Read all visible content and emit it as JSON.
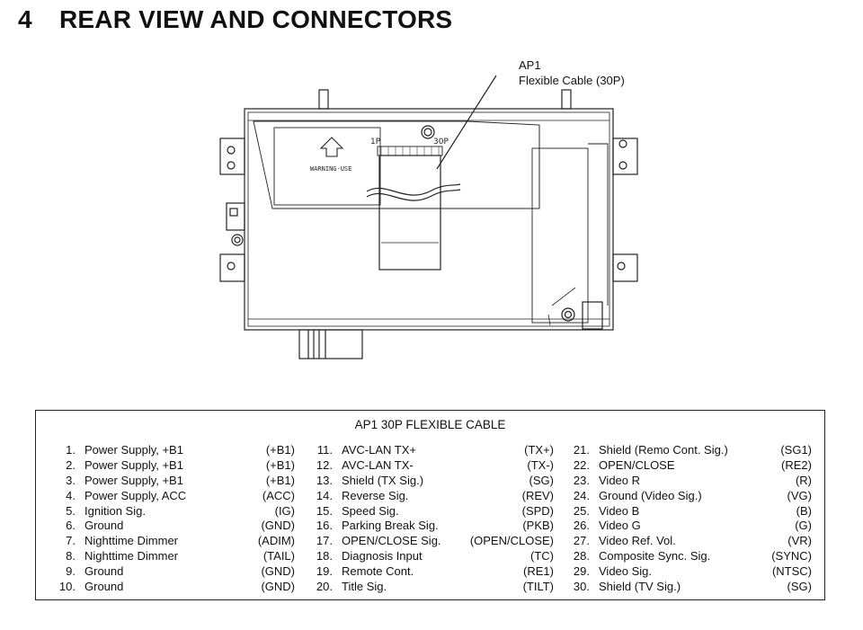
{
  "heading": {
    "number": "4",
    "title": "REAR VIEW AND CONNECTORS"
  },
  "callout": {
    "label": "AP1",
    "description": "Flexible Cable (30P)"
  },
  "drawing": {
    "marks": [
      "1P",
      "30P"
    ],
    "sticker": "WARNING-USE"
  },
  "table": {
    "title": "AP1 30P FLEXIBLE CABLE",
    "columns": [
      [
        {
          "num": "1.",
          "desc": "Power Supply, +B1",
          "code": "(+B1)"
        },
        {
          "num": "2.",
          "desc": "Power Supply, +B1",
          "code": "(+B1)"
        },
        {
          "num": "3.",
          "desc": "Power Supply, +B1",
          "code": "(+B1)"
        },
        {
          "num": "4.",
          "desc": "Power Supply, ACC",
          "code": "(ACC)"
        },
        {
          "num": "5.",
          "desc": "Ignition Sig.",
          "code": "(IG)"
        },
        {
          "num": "6.",
          "desc": "Ground",
          "code": "(GND)"
        },
        {
          "num": "7.",
          "desc": "Nighttime Dimmer",
          "code": "(ADIM)"
        },
        {
          "num": "8.",
          "desc": "Nighttime Dimmer",
          "code": "(TAIL)"
        },
        {
          "num": "9.",
          "desc": "Ground",
          "code": "(GND)"
        },
        {
          "num": "10.",
          "desc": "Ground",
          "code": "(GND)"
        }
      ],
      [
        {
          "num": "11.",
          "desc": "AVC-LAN TX+",
          "code": "(TX+)"
        },
        {
          "num": "12.",
          "desc": "AVC-LAN TX-",
          "code": "(TX-)"
        },
        {
          "num": "13.",
          "desc": "Shield (TX Sig.)",
          "code": "(SG)"
        },
        {
          "num": "14.",
          "desc": "Reverse Sig.",
          "code": "(REV)"
        },
        {
          "num": "15.",
          "desc": "Speed Sig.",
          "code": "(SPD)"
        },
        {
          "num": "16.",
          "desc": "Parking Break Sig.",
          "code": "(PKB)"
        },
        {
          "num": "17.",
          "desc": "OPEN/CLOSE Sig.",
          "code": "(OPEN/CLOSE)"
        },
        {
          "num": "18.",
          "desc": "Diagnosis Input",
          "code": "(TC)"
        },
        {
          "num": "19.",
          "desc": "Remote Cont.",
          "code": "(RE1)"
        },
        {
          "num": "20.",
          "desc": "Title Sig.",
          "code": "(TILT)"
        }
      ],
      [
        {
          "num": "21.",
          "desc": "Shield (Remo Cont. Sig.)",
          "code": "(SG1)"
        },
        {
          "num": "22.",
          "desc": "OPEN/CLOSE",
          "code": "(RE2)"
        },
        {
          "num": "23.",
          "desc": "Video R",
          "code": "(R)"
        },
        {
          "num": "24.",
          "desc": "Ground (Video Sig.)",
          "code": "(VG)"
        },
        {
          "num": "25.",
          "desc": "Video B",
          "code": "(B)"
        },
        {
          "num": "26.",
          "desc": "Video G",
          "code": "(G)"
        },
        {
          "num": "27.",
          "desc": "Video Ref. Vol.",
          "code": "(VR)"
        },
        {
          "num": "28.",
          "desc": "Composite Sync. Sig.",
          "code": "(SYNC)"
        },
        {
          "num": "29.",
          "desc": "Video Sig.",
          "code": "(NTSC)"
        },
        {
          "num": "30.",
          "desc": "Shield (TV Sig.)",
          "code": "(SG)"
        }
      ]
    ]
  }
}
